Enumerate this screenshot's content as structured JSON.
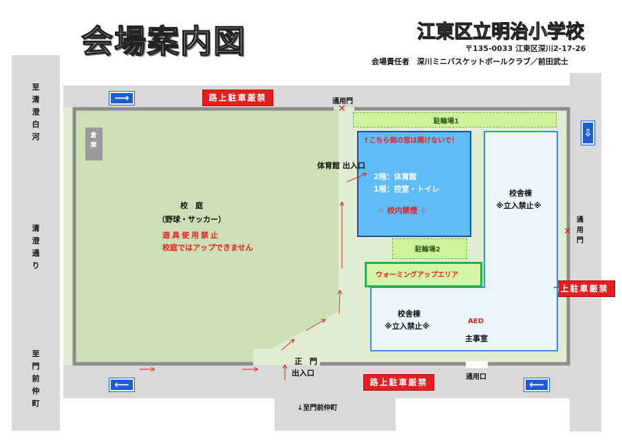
{
  "header": {
    "title": "会場案内図",
    "school_name": "江東区立明治小学校",
    "address": "〒135-0033 江東区深川2-17-26",
    "responsible": "会場責任者　深川ミニバスケットボールクラブ／前田武士"
  },
  "roads": {
    "left_top": "至清澄白河",
    "left_mid": "清澄通り",
    "left_bottom": "至門前仲町",
    "bottom_label": "↓至門前仲町"
  },
  "no_parking": "路上駐車厳禁",
  "facilities": {
    "storage": "倉庫",
    "schoolyard_title": "校　庭",
    "schoolyard_sub": "（野球・サッカー）",
    "schoolyard_warn1": "遊具使用禁止",
    "schoolyard_warn2": "校庭ではアップできません",
    "gym_entrance": "体育館 出入口",
    "gym_note": "↑こちら側の窓は開けないで！",
    "gym_floor2": "2階：体育館",
    "gym_floor1": "1階：控室・トイレ",
    "gym_nosmoking": "☆ 校内禁煙 ☆",
    "bike1": "駐輪場1",
    "bike2": "駐輪場2",
    "warmup": "ウォーミングアップエリア",
    "building_r": "校舎棟",
    "building_r_note": "※立入禁止※",
    "building_b": "校舎棟",
    "building_b_note": "※立入禁止※",
    "aed": "AED",
    "office": "主事室",
    "gate_top": "通用門",
    "gate_right": "通用門",
    "gate_bottom": "通用口",
    "main_gate": "正　門",
    "main_gate_sub": "出入口"
  },
  "marks": {
    "closed": "✕",
    "arrow_right": "⟶",
    "arrow_left": "⟵",
    "arrow_down": "⇩"
  },
  "colors": {
    "schoolyard": "#cddfb5",
    "grounds": "#e1edd2",
    "gym": "#5fbdf5",
    "building": "#eaf5fc",
    "bike": "#cdf29a",
    "warmup": "#d4f5a6",
    "no_parking": "#e32020",
    "arrow_box": "#1e5bd6"
  }
}
